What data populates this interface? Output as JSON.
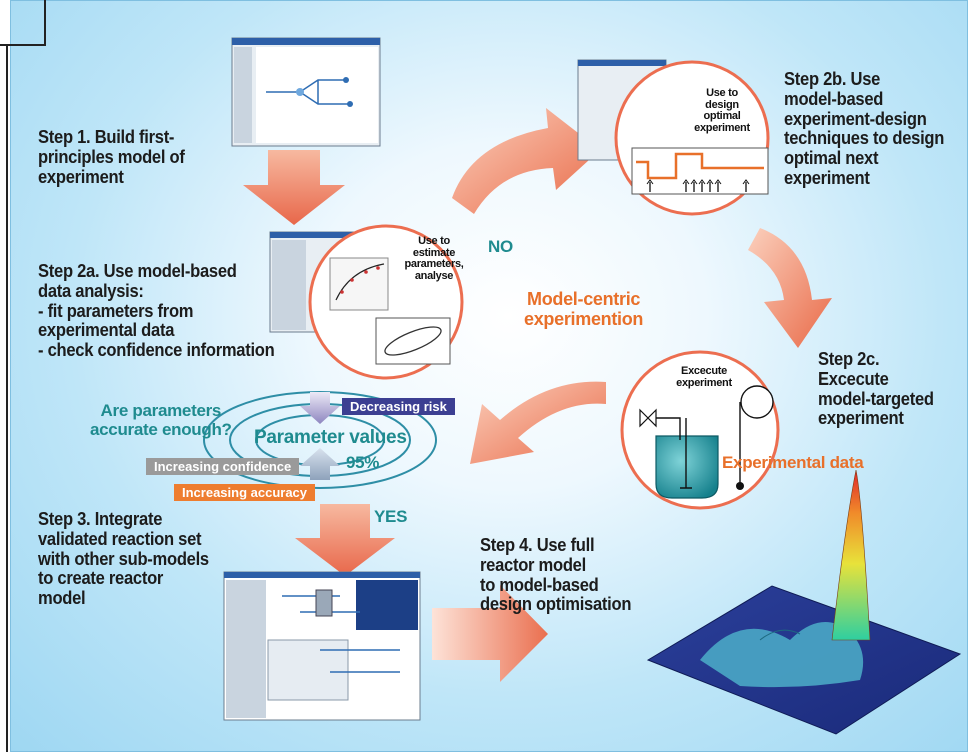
{
  "diagram": {
    "step1": [
      "Step 1. Build first-",
      "principles model of",
      "experiment"
    ],
    "step2a": [
      "Step 2a. Use model-based",
      "data analysis:",
      "- fit parameters from",
      "experimental data",
      "- check confidence information"
    ],
    "step2b": [
      "Step 2b. Use",
      "model-based",
      "experiment-design",
      "techniques to design",
      "optimal next",
      "experiment"
    ],
    "step2c": [
      "Step 2c.",
      "Excecute",
      "model-targeted",
      "experiment"
    ],
    "step3": [
      "Step 3. Integrate",
      "validated reaction set",
      "with other sub-models",
      "to create reactor",
      "model"
    ],
    "step4": [
      "Step 4. Use full",
      "reactor model",
      "to model-based",
      "design optimisation"
    ],
    "circle_estimate": [
      "Use to",
      "estimate",
      "parameters,",
      "analyse"
    ],
    "circle_design": [
      "Use to",
      "design",
      "optimal",
      "experiment"
    ],
    "circle_execute": [
      "Excecute",
      "experiment"
    ],
    "experimental_data": "Experimental data",
    "center_title": [
      "Model-centric",
      "experimention"
    ],
    "no_label": "NO",
    "yes_label": "YES",
    "question": [
      "Are parameters",
      "accurate enough?"
    ],
    "parameter_values": "Parameter values",
    "confidence_pct": "95%",
    "tag_risk": "Decreasing risk",
    "tag_confidence": "Increasing confidence",
    "tag_accuracy": "Increasing accuracy"
  },
  "colors": {
    "arrow": "#ee7a5c",
    "accent_orange": "#e8702a",
    "teal": "#1f8b8f",
    "risk_tag": "#3c3f92",
    "confidence_tag": "#9a9a9a",
    "accuracy_tag": "#ee7d2f"
  },
  "icons": [
    "screenshot-thumbnail",
    "reactor-vessel-icon",
    "surface-plot",
    "ellipse-contour"
  ]
}
